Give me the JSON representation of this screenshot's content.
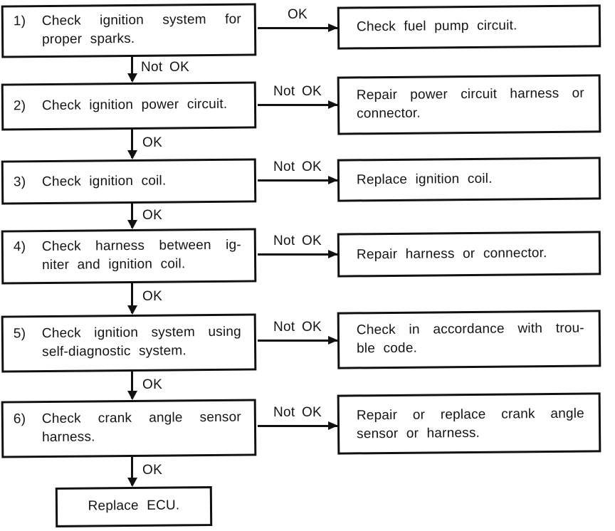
{
  "flowchart": {
    "steps": [
      {
        "num": "1)",
        "lines": [
          "Check ignition system for",
          "proper sparks."
        ]
      },
      {
        "num": "2)",
        "lines": [
          "Check ignition power circuit."
        ]
      },
      {
        "num": "3)",
        "lines": [
          "Check ignition coil."
        ]
      },
      {
        "num": "4)",
        "lines": [
          "Check harness between ig-",
          "niter and ignition coil."
        ]
      },
      {
        "num": "5)",
        "lines": [
          "Check ignition system using",
          "self-diagnostic system."
        ]
      },
      {
        "num": "6)",
        "lines": [
          "Check crank angle sensor",
          "harness."
        ]
      }
    ],
    "results": [
      {
        "lines": [
          "Check fuel pump circuit."
        ]
      },
      {
        "lines": [
          "Repair power circuit harness or",
          "connector."
        ]
      },
      {
        "lines": [
          "Replace ignition coil."
        ]
      },
      {
        "lines": [
          "Repair harness or connector."
        ]
      },
      {
        "lines": [
          "Check in accordance with trou-",
          "ble code."
        ]
      },
      {
        "lines": [
          "Repair or replace crank angle",
          "sensor or harness."
        ]
      }
    ],
    "final_step": {
      "text": "Replace ECU."
    },
    "h_labels": [
      "OK",
      "Not OK",
      "Not OK",
      "Not OK",
      "Not OK",
      "Not OK"
    ],
    "v_labels": [
      "Not OK",
      "OK",
      "OK",
      "OK",
      "OK",
      "OK"
    ],
    "colors": {
      "ink": "#111111",
      "paper": "#ffffff"
    }
  }
}
